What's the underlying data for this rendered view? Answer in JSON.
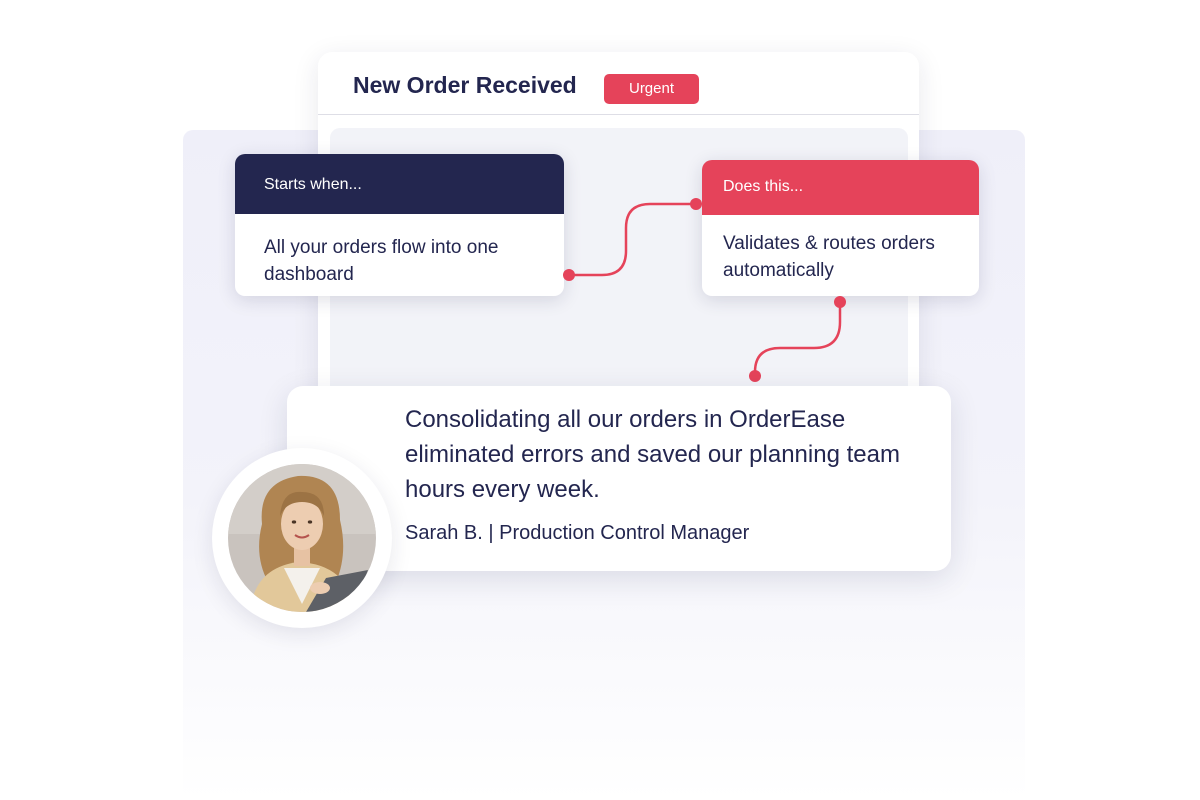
{
  "order_card": {
    "title": "New Order Received",
    "badge": "Urgent"
  },
  "trigger_card": {
    "heading": "Starts when...",
    "body": "All your orders flow into one dashboard"
  },
  "action_card": {
    "heading": "Does this...",
    "body": "Validates & routes orders automatically"
  },
  "testimonial": {
    "quote": "Consolidating all our orders in OrderEase eliminated errors and saved our planning team hours every week.",
    "author": "Sarah B. | Production Control Manager"
  },
  "colors": {
    "navy": "#23264f",
    "accent_red": "#e5435a",
    "panel_bg": "#f2f3f8"
  }
}
